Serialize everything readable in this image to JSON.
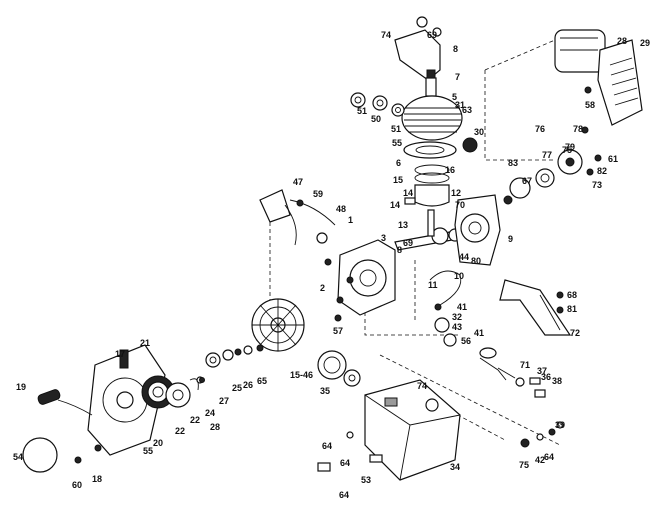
{
  "callouts": [
    "74",
    "69",
    "8",
    "28",
    "29",
    "7",
    "5",
    "63",
    "31",
    "58",
    "51",
    "50",
    "51",
    "55",
    "30",
    "6",
    "15",
    "14",
    "12",
    "16",
    "79",
    "77",
    "76",
    "78",
    "75",
    "61",
    "82",
    "73",
    "83",
    "67",
    "47",
    "59",
    "48",
    "14",
    "13",
    "1",
    "69",
    "8",
    "9",
    "70",
    "80",
    "44",
    "10",
    "3",
    "2",
    "11",
    "41",
    "32",
    "57",
    "15-46",
    "43",
    "56",
    "41",
    "68",
    "81",
    "72",
    "21",
    "17",
    "19",
    "65",
    "26",
    "25",
    "24",
    "27",
    "22",
    "22",
    "28",
    "20",
    "55",
    "54",
    "60",
    "18",
    "35",
    "71",
    "37",
    "38",
    "36",
    "74",
    "64",
    "64",
    "34",
    "64",
    "53",
    "75",
    "42",
    "64",
    "39"
  ]
}
